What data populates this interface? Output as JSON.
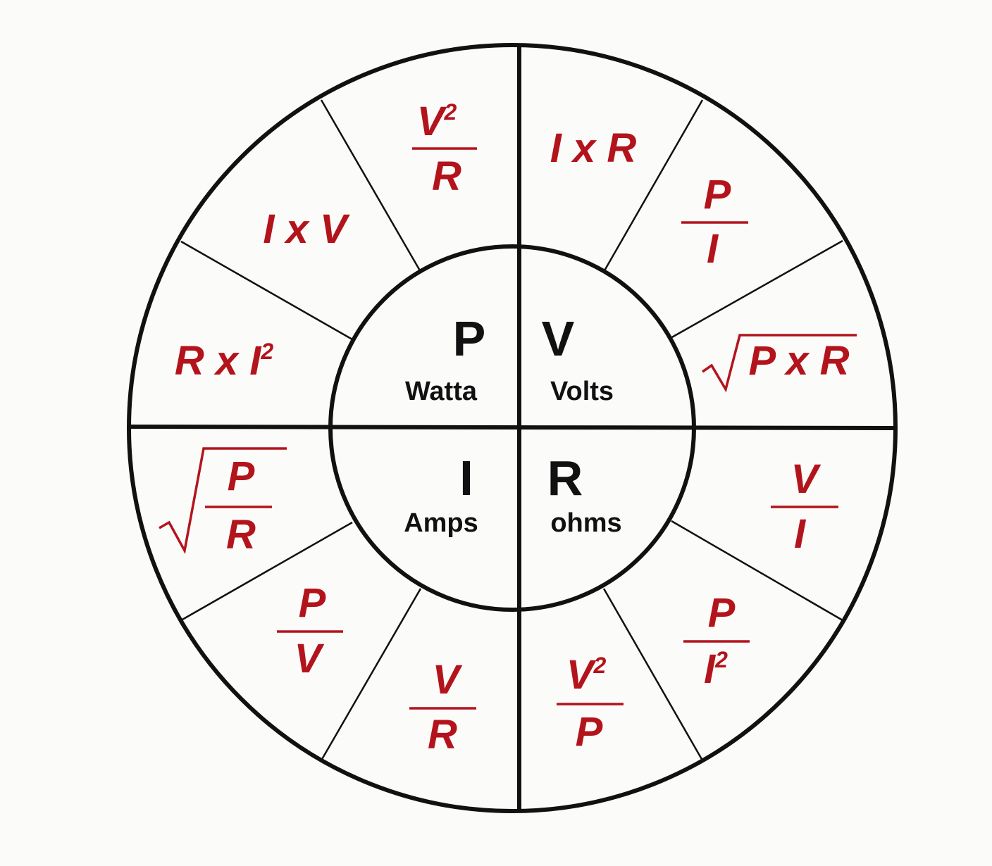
{
  "colors": {
    "formula": "#b3141c",
    "ink": "#111111",
    "background": "#fbfbfa"
  },
  "quadrants": {
    "power": {
      "symbol": "P",
      "unit": "Watta"
    },
    "voltage": {
      "symbol": "V",
      "unit": "Volts"
    },
    "current": {
      "symbol": "I",
      "unit": "Amps"
    },
    "resistance": {
      "symbol": "R",
      "unit": "ohms"
    }
  },
  "formulas": {
    "v2_over_r": {
      "num": "V",
      "sup": "2",
      "den": "R"
    },
    "i_times_r": {
      "text": "I x R"
    },
    "p_over_i": {
      "num": "P",
      "den": "I"
    },
    "i_times_v": {
      "text": "I x V"
    },
    "r_times_i2": {
      "text": "R x I",
      "sup": "2"
    },
    "sqrt_p_times_r": {
      "text": "P x R"
    },
    "sqrt_p_over_r": {
      "num": "P",
      "den": "R"
    },
    "v_over_i": {
      "num": "V",
      "den": "I"
    },
    "p_over_v": {
      "num": "P",
      "den": "V"
    },
    "p_over_i2": {
      "num": "P",
      "den": "I",
      "sup": "2"
    },
    "v_over_r": {
      "num": "V",
      "den": "R"
    },
    "v2_over_p": {
      "num": "V",
      "sup": "2",
      "den": "P"
    }
  }
}
